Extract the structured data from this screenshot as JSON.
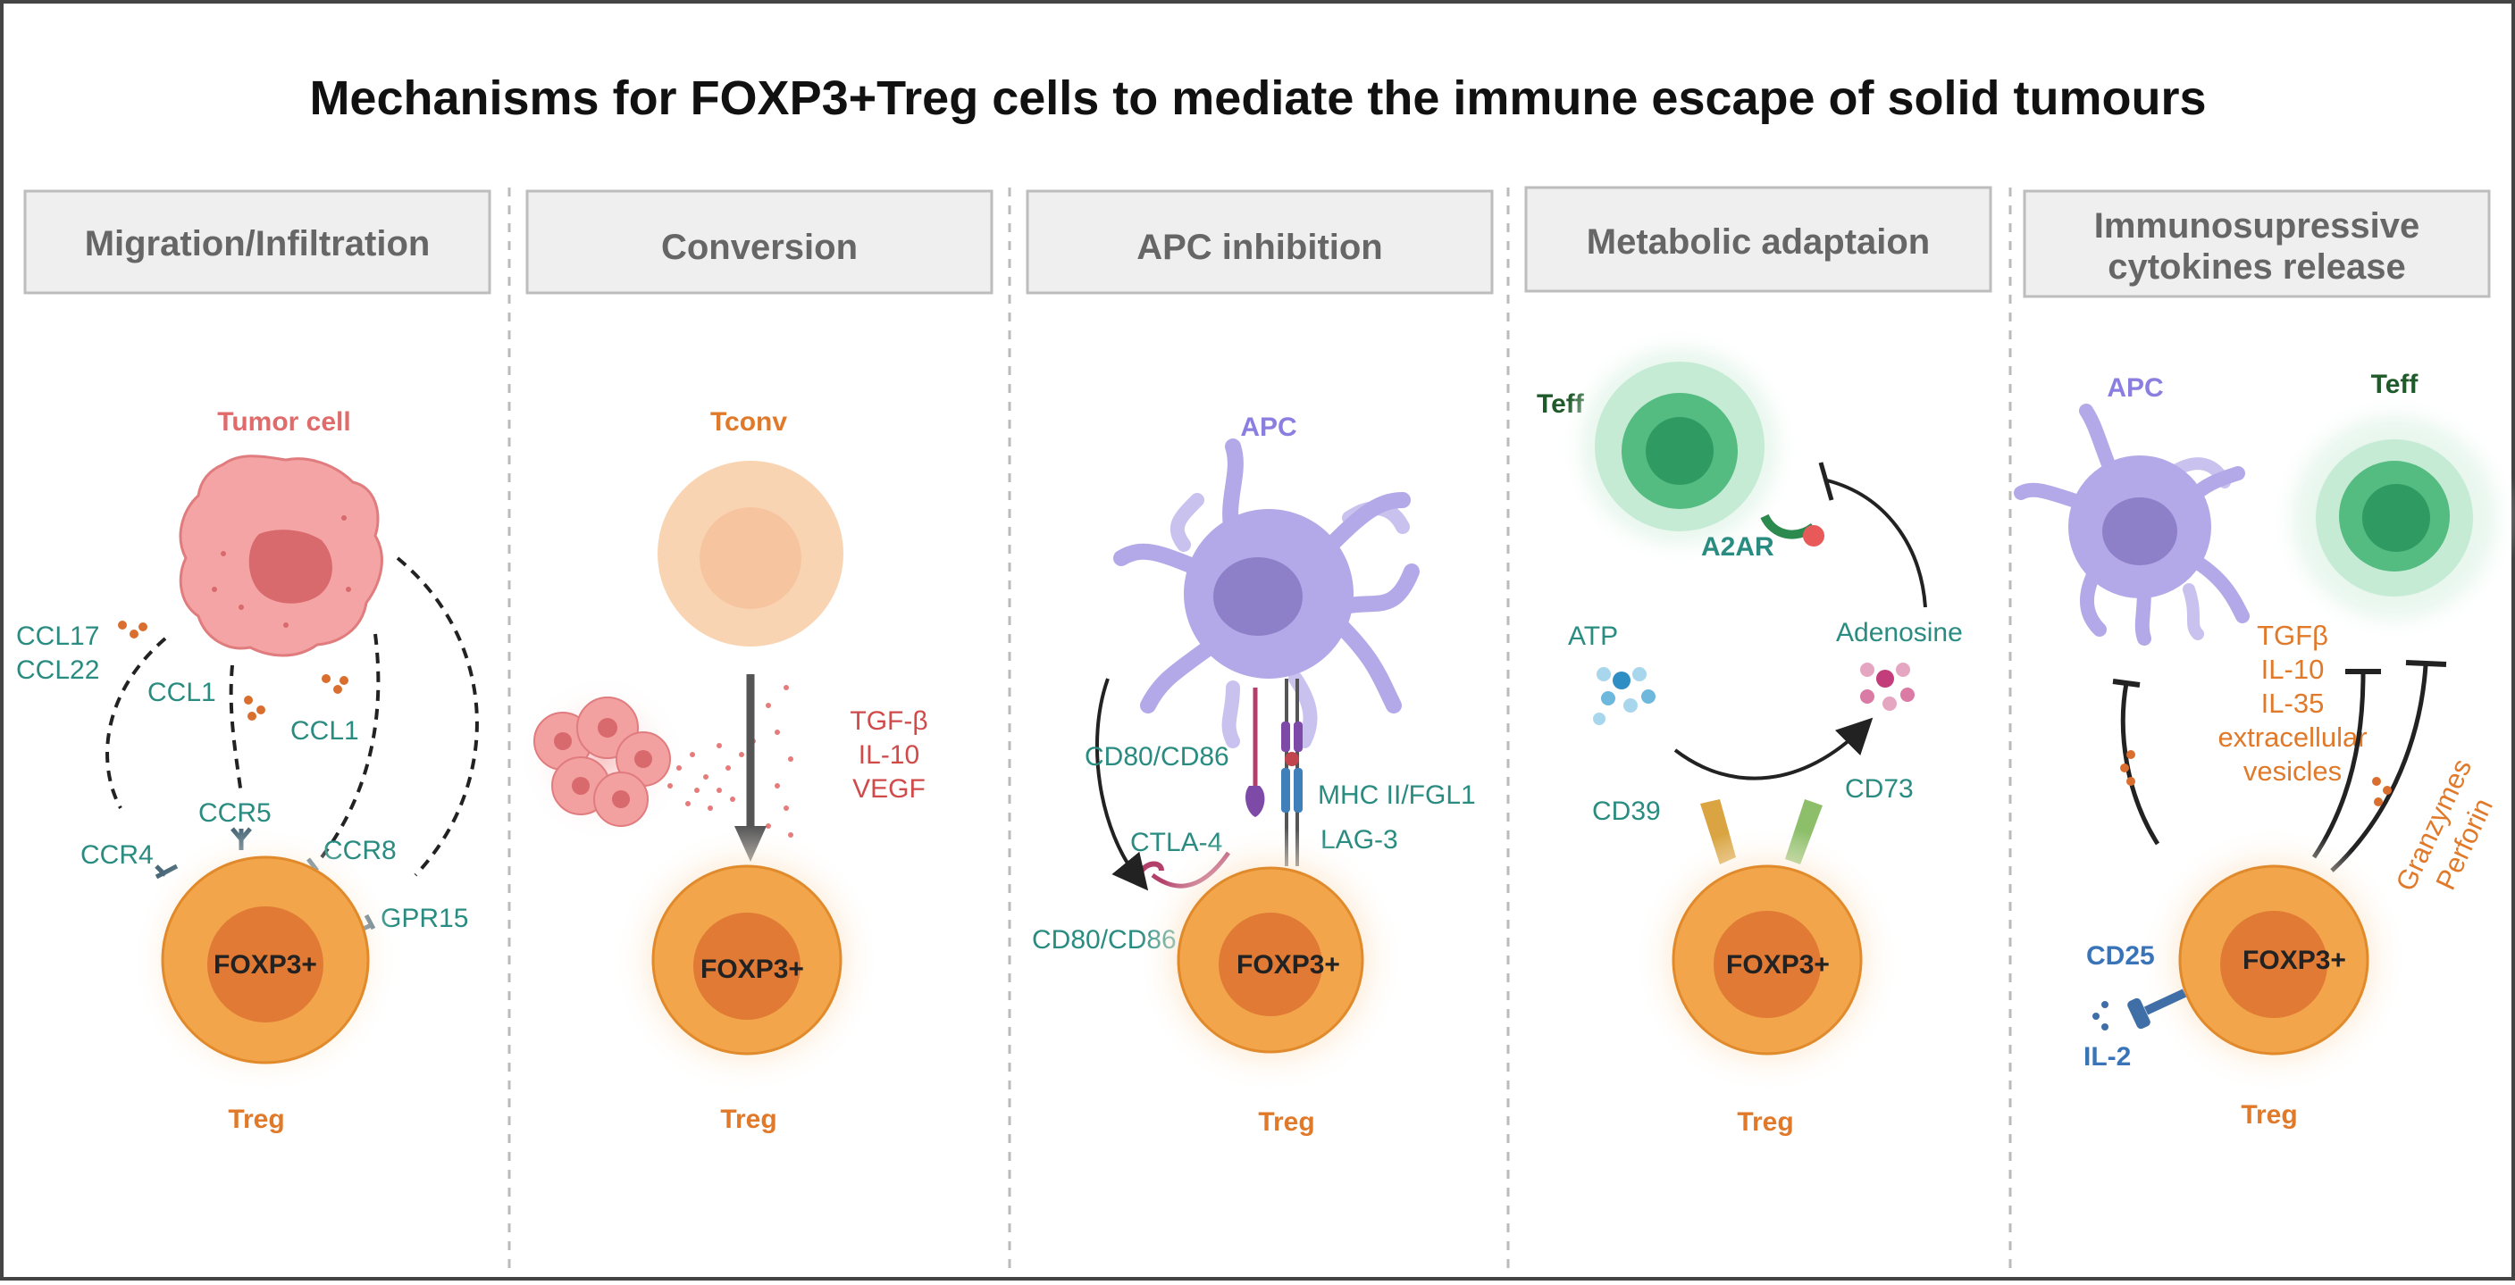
{
  "title": "Mechanisms for FOXP3+Treg cells to mediate the immune escape of solid tumours",
  "panels": [
    {
      "header": "Migration/Infiltration",
      "top_cell": "Tumor cell",
      "chemokines": [
        "CCL17",
        "CCL22",
        "CCL1",
        "CCL1"
      ],
      "receptors": [
        "CCR4",
        "CCR5",
        "CCR8",
        "GPR15"
      ],
      "treg_marker": "FOXP3+",
      "treg_label": "Treg"
    },
    {
      "header": "Conversion",
      "top_cell": "Tconv",
      "factors": [
        "TGF-β",
        "IL-10",
        "VEGF"
      ],
      "treg_marker": "FOXP3+",
      "treg_label": "Treg"
    },
    {
      "header": "APC inhibition",
      "top_cell": "APC",
      "labels": [
        "CD80/CD86",
        "CTLA-4",
        "CD80/CD86",
        "MHC II/FGL1",
        "LAG-3"
      ],
      "treg_marker": "FOXP3+",
      "treg_label": "Treg"
    },
    {
      "header": "Metabolic adaptaion",
      "top_cell": "Teff",
      "labels": [
        "A2AR",
        "ATP",
        "Adenosine",
        "CD39",
        "CD73"
      ],
      "treg_marker": "FOXP3+",
      "treg_label": "Treg"
    },
    {
      "header_line1": "Immunosupressive",
      "header_line2": "cytokines release",
      "apc_label": "APC",
      "teff_label": "Teff",
      "cytokines": [
        "TGFβ",
        "IL-10",
        "IL-35",
        "extracellular",
        "vesicles"
      ],
      "granzymes": [
        "Granzymes",
        "Perforin"
      ],
      "cd25": "CD25",
      "il2": "IL-2",
      "treg_marker": "FOXP3+",
      "treg_label": "Treg"
    }
  ],
  "colors": {
    "treg_outer": "#f2a54a",
    "treg_nucleus": "#e07a34",
    "tumor": "#f2999b",
    "apc": "#b3a9e8",
    "teff": "#3fae74",
    "teal_text": "#2a8c80",
    "red_text": "#d04a4a",
    "orange_text": "#e07a2a",
    "header_bg": "#efefef"
  }
}
